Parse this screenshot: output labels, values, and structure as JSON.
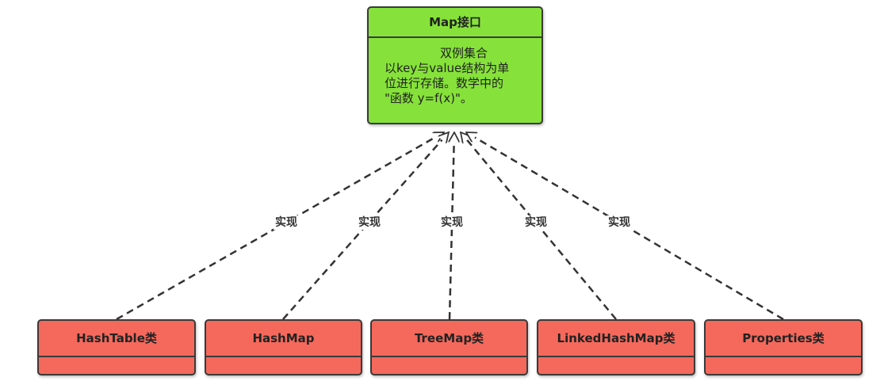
{
  "interface": {
    "title": "Map接口",
    "description_lines": [
      "双例集合",
      "以key与value结构为单",
      "位进行存储。数学中的",
      "\"函数 y=f(x)\"。"
    ]
  },
  "classes": [
    {
      "name": "HashTable类"
    },
    {
      "name": "HashMap"
    },
    {
      "name": "TreeMap类"
    },
    {
      "name": "LinkedHashMap类"
    },
    {
      "name": "Properties类"
    }
  ],
  "relation_label": "实现",
  "colors": {
    "interface_fill": "#86e23a",
    "class_fill": "#f4695c",
    "border": "#3a3a3a",
    "line": "#333333"
  }
}
